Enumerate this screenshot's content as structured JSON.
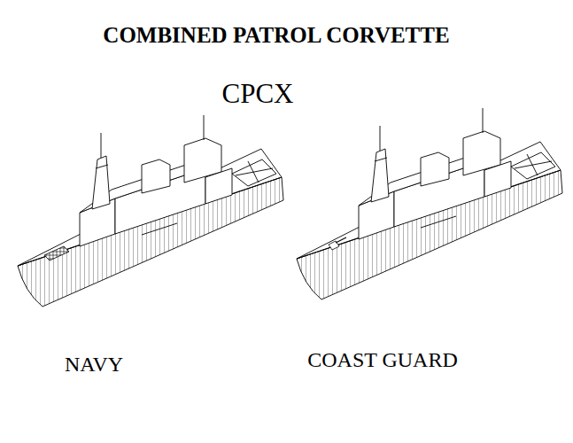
{
  "diagram": {
    "title": "COMBINED PATROL CORVETTE",
    "labels": [
      "CPCX",
      "NAVY",
      "COAST GUARD"
    ]
  }
}
